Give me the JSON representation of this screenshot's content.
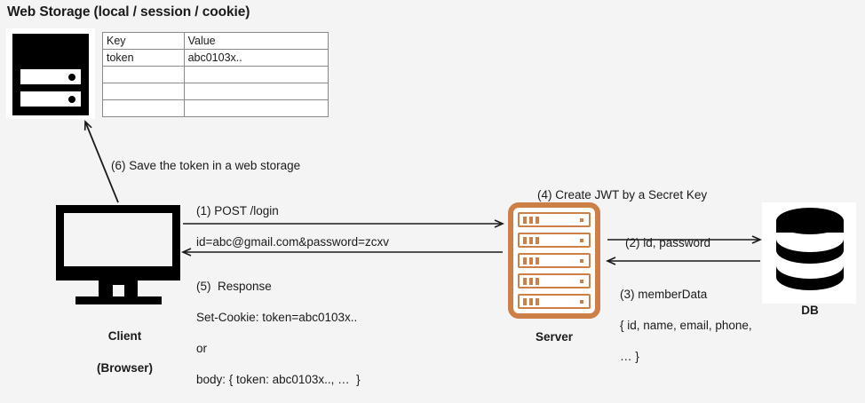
{
  "diagram": {
    "title": "Web Storage (local / session / cookie)",
    "background_color": "#f4f4f4",
    "accent_color": "#cc7f46",
    "line_color": "#1a1a1a"
  },
  "storage_table": {
    "headers": [
      "Key",
      "Value"
    ],
    "rows": [
      [
        "token",
        "abc0103x.."
      ],
      [
        "",
        ""
      ],
      [
        "",
        ""
      ],
      [
        "",
        ""
      ]
    ]
  },
  "nodes": {
    "client": {
      "label_line1": "Client",
      "label_line2": "(Browser)",
      "icon": "monitor-icon"
    },
    "server": {
      "label": "Server",
      "icon": "server-rack-icon"
    },
    "db": {
      "label": "DB",
      "icon": "database-cylinder-icon"
    },
    "web_storage": {
      "icon": "storage-drive-icon"
    }
  },
  "messages": {
    "m1": {
      "line1": "(1) POST /login",
      "line2": "id=abc@gmail.com&password=zcxv"
    },
    "m2": {
      "line1": "(2) id, password"
    },
    "m3": {
      "line1": "(3) memberData",
      "line2": "{ id, name, email, phone,",
      "line3": "… }"
    },
    "m4": {
      "line1": "(4) Create JWT by a Secret Key"
    },
    "m5": {
      "line1": "(5)  Response",
      "line2": "Set-Cookie: token=abc0103x..",
      "line3": "or",
      "line4": "body: { token: abc0103x.., …  }"
    },
    "m6": {
      "line1": "(6) Save the token in a web storage"
    }
  }
}
